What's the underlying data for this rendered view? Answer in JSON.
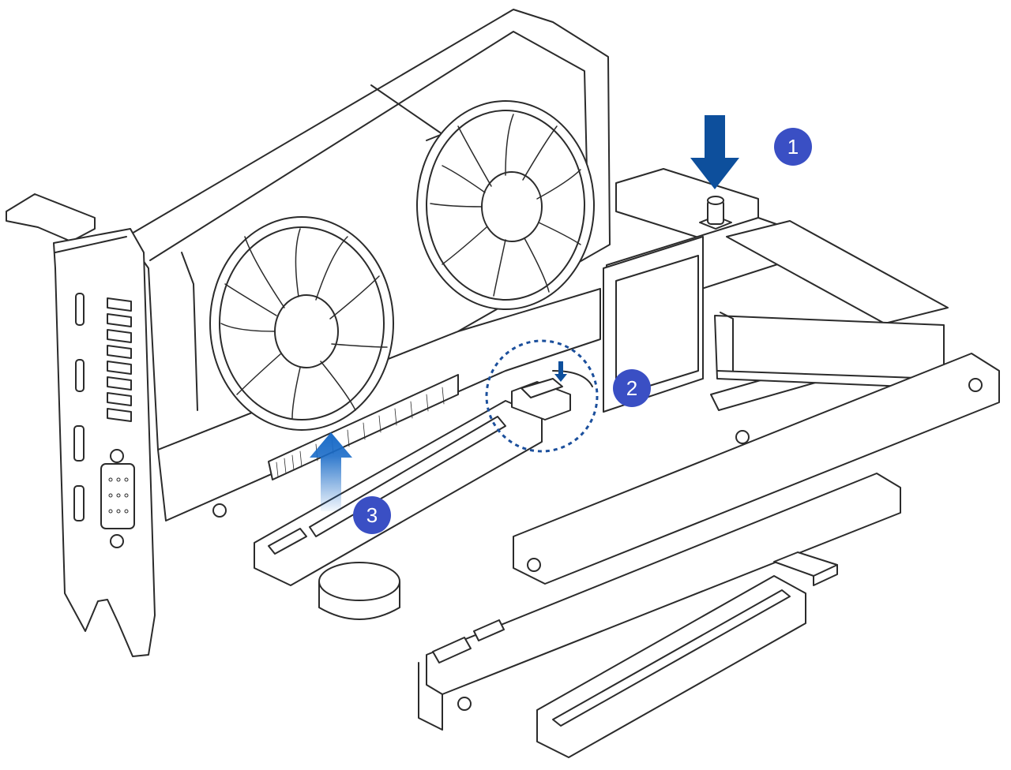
{
  "steps": [
    {
      "number": "1",
      "action": "press-down",
      "target": "riser-latch-pin"
    },
    {
      "number": "2",
      "action": "press-down",
      "target": "pcie-slot-retention-clip"
    },
    {
      "number": "3",
      "action": "pull-up",
      "target": "graphics-card"
    }
  ],
  "colors": {
    "badge": "#3a4fc4",
    "arrow_dark": "#0d4f9c",
    "arrow_light": "#1b6cc8",
    "highlight_circle": "#1b4f9c",
    "line_art": "#2b2b2b",
    "fill": "#ffffff"
  },
  "icons": {
    "arrow_1": "arrow-down-icon",
    "arrow_2": "small-arrow-down-icon",
    "arrow_3": "arrow-up-icon",
    "highlight": "dashed-circle-highlight"
  }
}
